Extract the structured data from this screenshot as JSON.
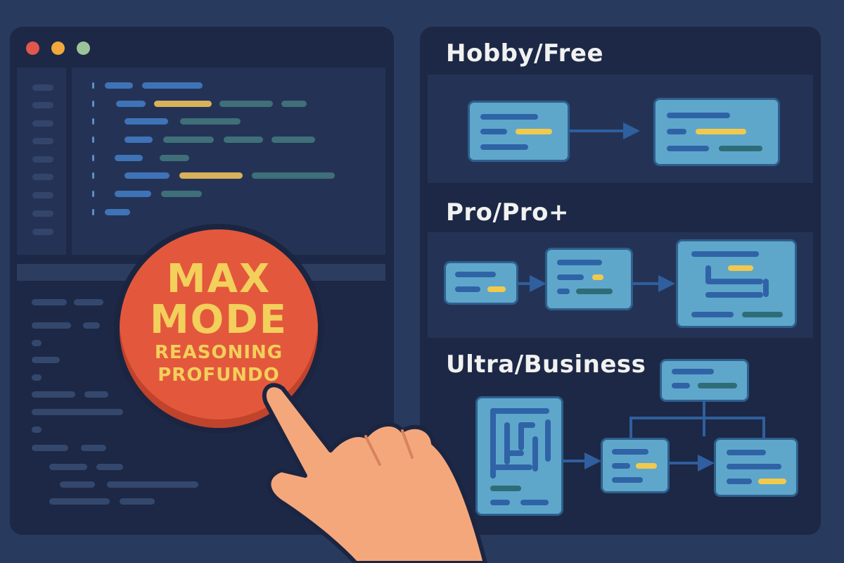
{
  "editor": {
    "window_controls": [
      {
        "name": "close",
        "color": "#e2574c"
      },
      {
        "name": "minimize",
        "color": "#f2a83b"
      },
      {
        "name": "maximize",
        "color": "#9bc39a"
      }
    ]
  },
  "badge": {
    "line1": "MAX",
    "line2": "MODE",
    "line3": "REASONING",
    "line4": "PROFUNDO"
  },
  "tiers": [
    {
      "title": "Hobby/Free"
    },
    {
      "title": "Pro/Pro+"
    },
    {
      "title": "Ultra/Business"
    }
  ],
  "colors": {
    "background": "#283a5e",
    "panel": "#1c2845",
    "badge": "#e3583c",
    "badge_text": "#f3cf5c",
    "card": "#5ea7cb",
    "arrow": "#2f5f9e"
  },
  "icons": [
    "pointing-hand-icon",
    "arrow-right-icon"
  ]
}
